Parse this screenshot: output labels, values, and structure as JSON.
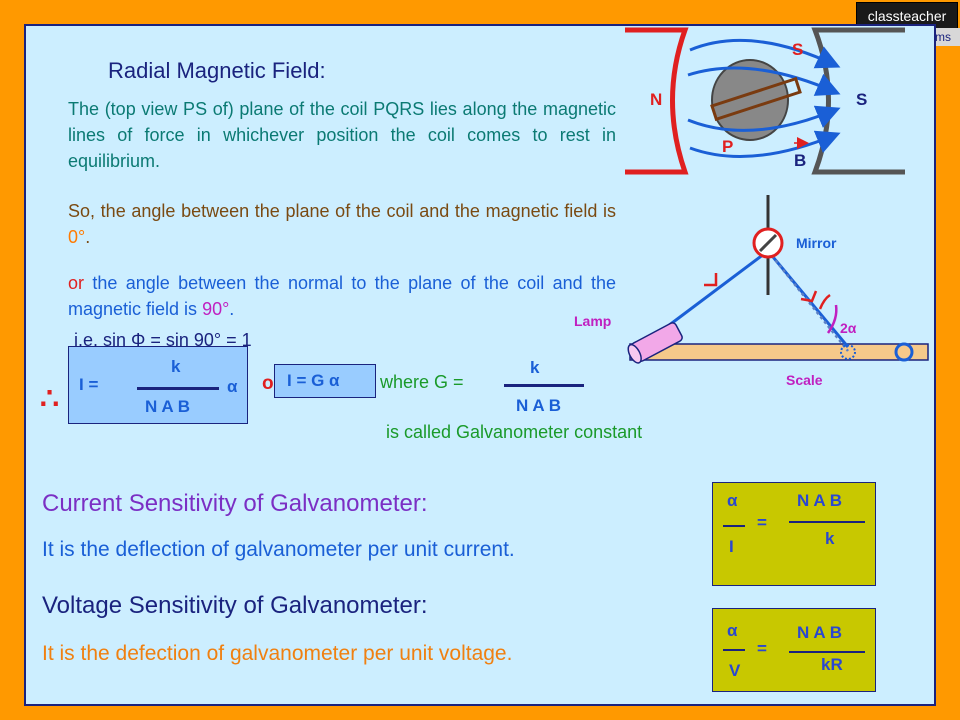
{
  "logo": {
    "top": "classteacher",
    "bottom": "learning systems"
  },
  "title": "Radial Magnetic Field:",
  "para1": "The (top view PS of) plane of the coil PQRS lies along the magnetic lines of force in whichever position the coil comes to rest in equilibrium.",
  "para2_a": "So, the angle between the plane of the coil and the magnetic field is ",
  "para2_b": "0°",
  "para2_c": ".",
  "para3_a": "or",
  "para3_b": " the angle between the normal to the plane of the coil and the magnetic field is ",
  "para3_c": "90°",
  "para3_d": ".",
  "para4": "i.e.   sin Φ = sin 90° = 1",
  "therefore": "∴",
  "eq1": {
    "lhs": "I =",
    "num": "k",
    "den": "N A B",
    "rhs": "α"
  },
  "or": "or",
  "eq2": "I = G α",
  "where": "where G =",
  "g": {
    "num": "k",
    "den": "N A B"
  },
  "constant": "is called Galvanometer constant",
  "current": {
    "heading": "Current Sensitivity of Galvanometer:",
    "text": "It is the deflection of galvanometer per unit current."
  },
  "voltage": {
    "heading": "Voltage Sensitivity of Galvanometer:",
    "text": "It is the defection of galvanometer per unit voltage."
  },
  "cs_formula": {
    "num_l": "α",
    "den_l": "I",
    "eq": "=",
    "num_r": "N A B",
    "den_r": "k"
  },
  "vs_formula": {
    "num_l": "α",
    "den_l": "V",
    "eq": "=",
    "num_r": "N A B",
    "den_r": "kR"
  },
  "magnet": {
    "s_top": "S",
    "n": "N",
    "s_right": "S",
    "p": "P",
    "b": "B"
  },
  "optics": {
    "mirror": "Mirror",
    "lamp": "Lamp",
    "angle": "2α",
    "scale": "Scale"
  },
  "colors": {
    "background": "#ff9900",
    "panel": "#cceeff",
    "box_blue": "#99ccff",
    "box_yellow": "#c8c800",
    "red": "#e02020"
  }
}
